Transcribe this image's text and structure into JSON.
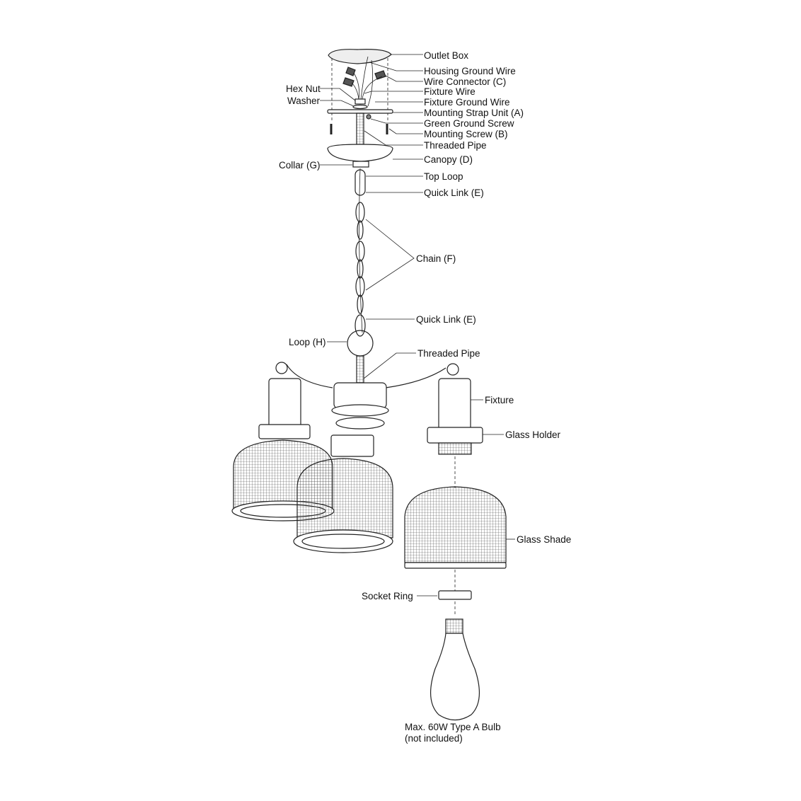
{
  "labels": {
    "outlet_box": "Outlet Box",
    "housing_ground_wire": "Housing Ground Wire",
    "wire_connector": "Wire Connector (C)",
    "hex_nut": "Hex Nut",
    "fixture_wire": "Fixture Wire",
    "washer": "Washer",
    "fixture_ground_wire": "Fixture Ground Wire",
    "mounting_strap": "Mounting Strap Unit (A)",
    "green_ground_screw": "Green Ground Screw",
    "mounting_screw": "Mounting Screw (B)",
    "threaded_pipe_top": "Threaded Pipe",
    "canopy": "Canopy (D)",
    "collar": "Collar (G)",
    "top_loop": "Top Loop",
    "quick_link_top": "Quick Link (E)",
    "chain": "Chain (F)",
    "quick_link_bottom": "Quick Link (E)",
    "loop": "Loop (H)",
    "threaded_pipe_bottom": "Threaded Pipe",
    "fixture": "Fixture",
    "glass_holder": "Glass Holder",
    "glass_shade": "Glass Shade",
    "socket_ring": "Socket Ring",
    "bulb_line1": "Max. 60W Type A Bulb",
    "bulb_line2": "(not included)"
  }
}
